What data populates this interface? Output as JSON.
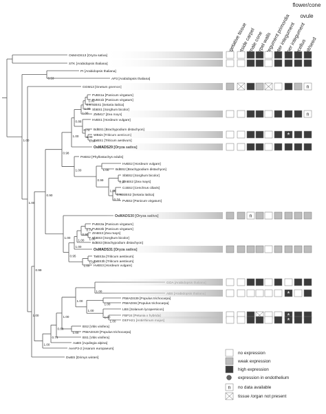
{
  "header": {
    "flower_cone": "flower/cone",
    "ovule": "ovule",
    "columns": [
      "vegetative tissue",
      "outside carpel",
      "female cone",
      "carpel walls",
      "integument primordia",
      "outer integument",
      "inner integument",
      "nucellus",
      "fruit/seed"
    ]
  },
  "taxa": [
    {
      "label": "OsMADS13 [Oryza sativa]",
      "bold": false
    },
    {
      "label": "STK [Arabidopsis thaliana]",
      "bold": false
    },
    {
      "label": "PI [Arabidopsis thaliana]",
      "bold": false
    },
    {
      "label": "AP3 [Arabidopsis thaliana]",
      "bold": false
    },
    {
      "label": "GGM13 [Gnetum gnemon]",
      "bold": false
    },
    {
      "label": "PvBS1a [Panicum virgatum]",
      "bold": false
    },
    {
      "label": "PvBS1b [Panicum virgatum]",
      "bold": false
    },
    {
      "label": "SiBS1 [Setaria italica]",
      "bold": false
    },
    {
      "label": "SbBS1 [Sorghum bicolor]",
      "bold": false
    },
    {
      "label": "ZMM17 [Zea mays]",
      "bold": false
    },
    {
      "label": "HvBS1 [Hordeum vulgare]",
      "bold": false
    },
    {
      "label": "BdBS1 [Brachypodium distachyon]",
      "bold": false
    },
    {
      "label": "WBsis [Triticum aestivum]",
      "bold": false
    },
    {
      "label": "TaBS1 [Triticum aestivum]",
      "bold": false
    },
    {
      "label": "OsMADS29 [Oryza sativa]",
      "bold": true
    },
    {
      "label": "PeBS2 [Phyllostachys edulis]",
      "bold": false
    },
    {
      "label": "HvBS2 [Hordeum vulgare]",
      "bold": false
    },
    {
      "label": "BdBS2 [Brachypodium distachyon]",
      "bold": false
    },
    {
      "label": "SbBS2 [Sorghum bicolor]",
      "bold": false
    },
    {
      "label": "ZmBS2 [Zea mays]",
      "bold": false
    },
    {
      "label": "CcBS2 [Cenchrus ciliaris]",
      "bold": false
    },
    {
      "label": "SiBS2 [Setaria italica]",
      "bold": false
    },
    {
      "label": "PvBS2 [Panicum virgatum]",
      "bold": false
    },
    {
      "label": "OsMADS30 [Oryza sativa]",
      "bold": true
    },
    {
      "label": "PvBS3a [Panicum virgatum]",
      "bold": false
    },
    {
      "label": "PvBS3b [Panicum virgatum]",
      "bold": false
    },
    {
      "label": "ZmBS3 [Zea mays]",
      "bold": false
    },
    {
      "label": "SbBS3 [Sorghum bicolor]",
      "bold": false
    },
    {
      "label": "BdBS3 [Brachypodium distachyon]",
      "bold": false
    },
    {
      "label": "OsMADS31 [Oryza sativa]",
      "bold": true
    },
    {
      "label": "TaBS3a [Triticum aestivum]",
      "bold": false
    },
    {
      "label": "TaBS3b [Triticum aestivum]",
      "bold": false
    },
    {
      "label": "HvBS3 [Hordeum vulgare]",
      "bold": false
    },
    {
      "label": "GOA [Arabidopsis thaliana]",
      "bold": false
    },
    {
      "label": "ABS [Arabidopsis thaliana]",
      "bold": false
    },
    {
      "label": "PtMADS39 [Populus trichocarpa]",
      "bold": false
    },
    {
      "label": "PtMADS6 [Populus trichocarpa]",
      "bold": false
    },
    {
      "label": "LBS [Solanum lycopersicon]",
      "bold": false
    },
    {
      "label": "FBP24 [Petunia x hybrida]",
      "bold": false
    },
    {
      "label": "DEFH21 [Antirrhinum majus]",
      "bold": false
    },
    {
      "label": "BS2 [Vitis vinifera]",
      "bold": false
    },
    {
      "label": "PtMADS20 [Populus trichocarpa]",
      "bold": false
    },
    {
      "label": "BS1 [Vitis vinifera]",
      "bold": false
    },
    {
      "label": "AaBS [Aquilegia alpina]",
      "bold": false
    },
    {
      "label": "AeAP3-2 [Asarum europaeum]",
      "bold": false
    },
    {
      "label": "DwBS [Drimys winteri]",
      "bold": false
    }
  ],
  "support_values": [
    "1.00",
    "0.97",
    "1.00",
    "1.00",
    "1.00",
    "1.00",
    "0.74",
    "0.88",
    "1.00",
    "0.97",
    "0.98",
    "0.74",
    "1.00",
    "1.00",
    "0.99",
    "1.00",
    "0.98",
    "0.74",
    "1.00",
    "0.90",
    "1.00",
    "1.00",
    "1.00",
    "1.00",
    "0.95",
    "1.00",
    "0.90",
    "1.00",
    "1.00",
    "1.00",
    "1.00",
    "1.00",
    "1.00",
    "1.00",
    "1.00",
    "0.68",
    "0.74",
    "1.00",
    "0.99",
    "1.00",
    "1.00",
    "0.53",
    "1.00"
  ],
  "expression_rows": [
    {
      "taxon": "OsMADS13 [Oryza sativa]",
      "cells": [
        "none",
        "none",
        "high",
        "high",
        "none",
        "high",
        "high",
        "high",
        "high"
      ]
    },
    {
      "taxon": "STK [Arabidopsis thaliana]",
      "cells": [
        "none",
        "none",
        "high",
        "high",
        "none",
        "high",
        "high",
        "high",
        "high"
      ]
    },
    {
      "taxon": "GGM13 [Gnetum gnemon]",
      "cells": [
        "weak",
        "na",
        "high",
        "weak",
        "na",
        "none",
        "high",
        "weak",
        "nodata"
      ]
    },
    {
      "taxon": "ZMM17 [Zea mays]",
      "cells": [
        "none",
        "none",
        "high",
        "high",
        "none",
        "high",
        "high",
        "high",
        "nodata"
      ]
    },
    {
      "taxon": "WBsis [Triticum aestivum]",
      "cells": [
        "none",
        "none",
        "high",
        "high",
        "none",
        "high",
        "endo",
        "high",
        "high"
      ]
    },
    {
      "taxon": "OsMADS29 [Oryza sativa]",
      "cells": [
        "none",
        "none",
        "high",
        "high",
        "none",
        "high",
        "high",
        "high",
        "high"
      ]
    },
    {
      "taxon": "OsMADS30 [Oryza sativa]",
      "cells": [
        "weak",
        "weak",
        "nodata",
        "weak",
        "none",
        "weak",
        "weak",
        "weak",
        "weak"
      ]
    },
    {
      "taxon": "OsMADS31 [Oryza sativa]",
      "cells": [
        "weak",
        "weak",
        "weak",
        "weak",
        "none",
        "weak",
        "weak",
        "weak",
        "weak"
      ]
    },
    {
      "taxon": "GOA [Arabidopsis thaliana]",
      "cells": [
        "none",
        "none",
        "high",
        "high",
        "none",
        "high",
        "none",
        "high",
        "high"
      ]
    },
    {
      "taxon": "ABS [Arabidopsis thaliana]",
      "cells": [
        "none",
        "none",
        "none",
        "none",
        "none",
        "none",
        "endo",
        "none",
        "high"
      ]
    },
    {
      "taxon": "FBP24 [Petunia x hybrida]",
      "cells": [
        "none",
        "none",
        "high",
        "na",
        "none",
        "none",
        "endo",
        "high",
        "high"
      ]
    },
    {
      "taxon": "DEFH21 [Antirrhinum majus]",
      "cells": [
        "none",
        "none",
        "high",
        "high",
        "none",
        "high",
        "endo",
        "high",
        "high"
      ]
    }
  ],
  "cell_symbols": {
    "no_data": "n",
    "endothelium": "*"
  },
  "legend": [
    {
      "key": "none",
      "label": "no expression"
    },
    {
      "key": "weak",
      "label": "weak expression"
    },
    {
      "key": "high",
      "label": "high expression"
    },
    {
      "key": "endo",
      "label": "expression in endothelium"
    },
    {
      "key": "nodata",
      "label": "no data available"
    },
    {
      "key": "na",
      "label": "tissue /organ not present"
    }
  ],
  "colors": {
    "high": "#3b3b3b",
    "weak": "#bdbdbd",
    "none": "#ffffff",
    "branch": "#555555",
    "text": "#222222"
  }
}
